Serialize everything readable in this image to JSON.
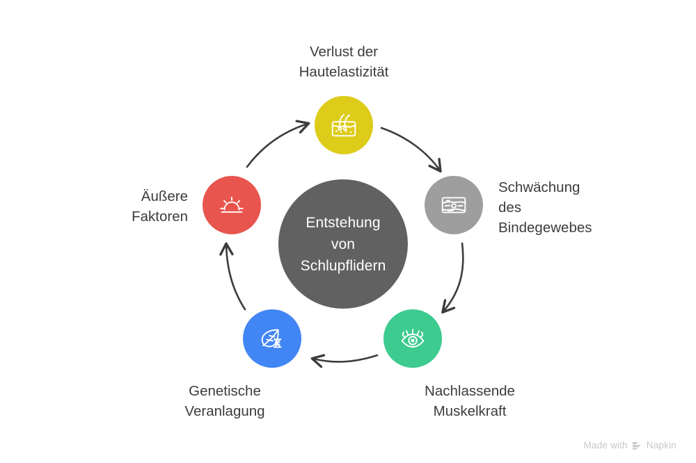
{
  "diagram": {
    "title": "Entstehung von Schlupflidern",
    "type": "cycle",
    "hub": {
      "label": "Entstehung\nvon\nSchlupflidern",
      "color": "#616161",
      "text_color": "#ffffff"
    },
    "nodes": [
      {
        "id": "hautelastizitaet",
        "label": "Verlust der\nHautelastizität",
        "color": "#DDCC1A",
        "icon": "skin-layers-icon",
        "position": "top"
      },
      {
        "id": "bindegewebe",
        "label": "Schwächung\ndes\nBindegewebes",
        "color": "#9E9E9E",
        "icon": "connective-tissue-icon",
        "position": "right"
      },
      {
        "id": "muskelkraft",
        "label": "Nachlassende\nMuskelkraft",
        "color": "#3DCB8F",
        "icon": "eye-icon",
        "position": "bottom-right"
      },
      {
        "id": "genetik",
        "label": "Genetische\nVeranlagung",
        "color": "#4285F4",
        "icon": "leaf-dna-icon",
        "position": "bottom-left"
      },
      {
        "id": "aeussere-faktoren",
        "label": "Äußere\nFaktoren",
        "color": "#E8554E",
        "icon": "sun-icon",
        "position": "left"
      }
    ],
    "arrows": [
      {
        "from": "aeussere-faktoren",
        "to": "hautelastizitaet"
      },
      {
        "from": "hautelastizitaet",
        "to": "bindegewebe"
      },
      {
        "from": "bindegewebe",
        "to": "muskelkraft"
      },
      {
        "from": "muskelkraft",
        "to": "genetik"
      },
      {
        "from": "genetik",
        "to": "aeussere-faktoren"
      }
    ],
    "arrow_color": "#3c3c3c",
    "background": "#ffffff"
  },
  "watermark": {
    "prefix": "Made with",
    "brand": "Napkin",
    "icon": "napkin-logo-icon",
    "color": "#c8c8c8"
  }
}
